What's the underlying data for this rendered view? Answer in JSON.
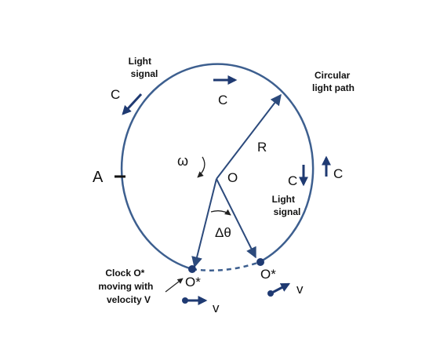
{
  "colors": {
    "circle": "#3d5f8f",
    "vector": "#2c4a7c",
    "arrow_dark": "#1f3a72",
    "point": "#1f3a72",
    "text": "#111111"
  },
  "labels": {
    "light_signal_top": [
      "Light",
      "signal"
    ],
    "c_top_left": "C",
    "c_top": "C",
    "circular_light_path": [
      "Circular",
      "light path"
    ],
    "radius": "R",
    "omega": "ω",
    "center": "O",
    "point_a": "A",
    "c_right_inner": "C",
    "c_right_outer": "C",
    "light_signal_right": [
      "Light",
      "signal"
    ],
    "delta_theta": "Δθ",
    "clock_caption": [
      "Clock O*",
      "moving with",
      "velocity V"
    ],
    "o_star_left": "O*",
    "o_star_right": "O*",
    "v_left": "v",
    "v_right": "v"
  }
}
